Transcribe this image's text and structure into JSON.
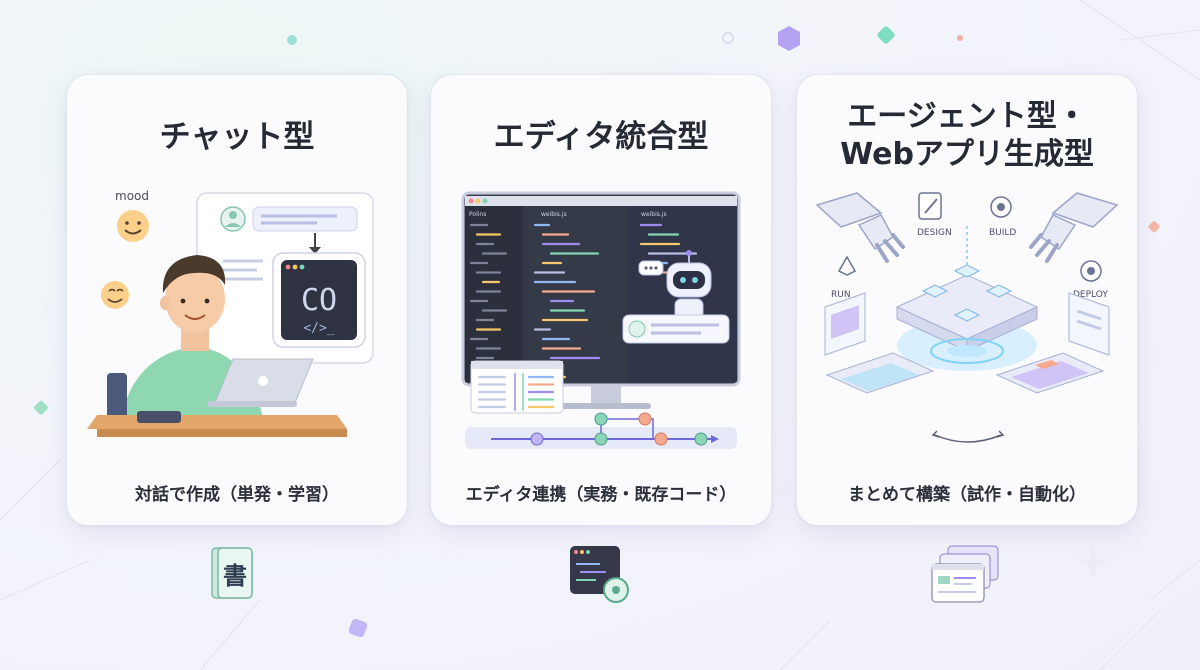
{
  "cards": [
    {
      "title": "チャット型",
      "caption": "対話で作成（単発・学習）",
      "mood_label": "mood",
      "code_glyph": "CO",
      "code_tag": "</>_"
    },
    {
      "title": "エディタ統合型",
      "caption": "エディタ連携（実務・既存コード）",
      "tab_left": "Polins",
      "tab_mid": "weibis.js",
      "tab_right": "weibis.js"
    },
    {
      "title_line1": "エージェント型・",
      "title_line2": "Webアプリ生成型",
      "caption": "まとめて構築（試作・自動化）",
      "labels": {
        "design": "DESIGN",
        "build": "BUILD",
        "run": "RUN",
        "deploy": "DEPLOY"
      }
    }
  ],
  "bottom_icons": [
    {
      "name": "book-icon",
      "glyph": "書"
    },
    {
      "name": "code-window-gear-icon"
    },
    {
      "name": "stacked-windows-icon"
    }
  ],
  "colors": {
    "accent_green": "#7fd6b0",
    "accent_purple": "#9f8cf0",
    "accent_blue": "#8fb6f5",
    "card_bg": "#fbfbfe"
  }
}
